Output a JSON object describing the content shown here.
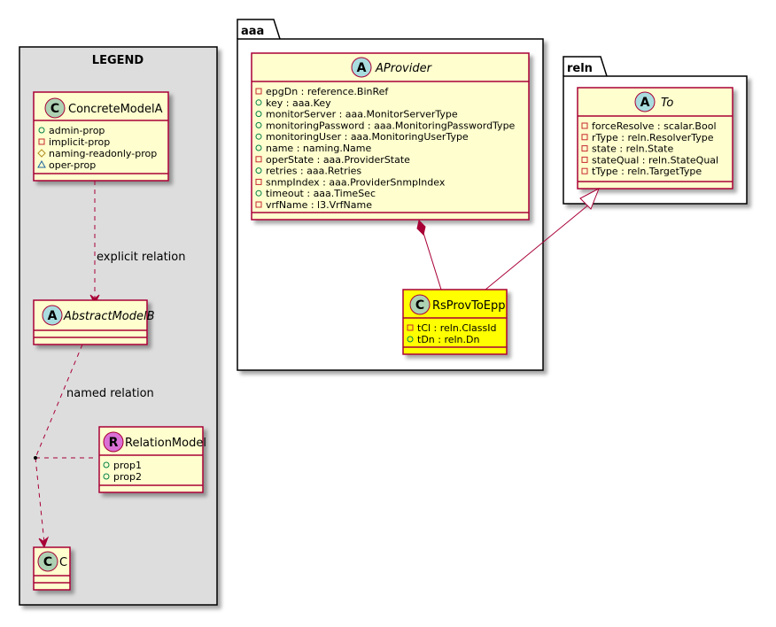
{
  "legend": {
    "title": "LEGEND",
    "concrete": {
      "stereotype": "C",
      "name": "ConcreteModelA",
      "props": [
        {
          "vis": "public",
          "text": "admin-prop"
        },
        {
          "vis": "private",
          "text": "implicit-prop"
        },
        {
          "vis": "protected",
          "text": "naming-readonly-prop"
        },
        {
          "vis": "package",
          "text": "oper-prop"
        }
      ]
    },
    "abstract": {
      "stereotype": "A",
      "name": "AbstractModelB"
    },
    "relation_model": {
      "stereotype": "R",
      "name": "RelationModel",
      "props": [
        {
          "vis": "public",
          "text": "prop1"
        },
        {
          "vis": "public",
          "text": "prop2"
        }
      ]
    },
    "c_class": {
      "stereotype": "C",
      "name": "C"
    },
    "explicit_label": "explicit relation",
    "named_label": "named relation"
  },
  "packages": {
    "aaa": {
      "name": "aaa",
      "aprovider": {
        "stereotype": "A",
        "name": "AProvider",
        "props": [
          {
            "vis": "private",
            "text": "epgDn : reference.BinRef"
          },
          {
            "vis": "public",
            "text": "key : aaa.Key"
          },
          {
            "vis": "public",
            "text": "monitorServer : aaa.MonitorServerType"
          },
          {
            "vis": "public",
            "text": "monitoringPassword : aaa.MonitoringPasswordType"
          },
          {
            "vis": "public",
            "text": "monitoringUser : aaa.MonitoringUserType"
          },
          {
            "vis": "public",
            "text": "name : naming.Name"
          },
          {
            "vis": "private",
            "text": "operState : aaa.ProviderState"
          },
          {
            "vis": "public",
            "text": "retries : aaa.Retries"
          },
          {
            "vis": "private",
            "text": "snmpIndex : aaa.ProviderSnmpIndex"
          },
          {
            "vis": "public",
            "text": "timeout : aaa.TimeSec"
          },
          {
            "vis": "private",
            "text": "vrfName : l3.VrfName"
          }
        ]
      },
      "rsprov": {
        "stereotype": "C",
        "name": "RsProvToEpp",
        "props": [
          {
            "vis": "private",
            "text": "tCl : reln.ClassId"
          },
          {
            "vis": "public",
            "text": "tDn : reln.Dn"
          }
        ]
      }
    },
    "reln": {
      "name": "reln",
      "to": {
        "stereotype": "A",
        "name": "To",
        "props": [
          {
            "vis": "private",
            "text": "forceResolve : scalar.Bool"
          },
          {
            "vis": "private",
            "text": "rType : reln.ResolverType"
          },
          {
            "vis": "private",
            "text": "state : reln.State"
          },
          {
            "vis": "private",
            "text": "stateQual : reln.StateQual"
          },
          {
            "vis": "private",
            "text": "tType : reln.TargetType"
          }
        ]
      }
    }
  },
  "colors": {
    "class_fill": "#FEFECE",
    "class_border": "#A80036",
    "highlight_fill": "#FFFF00",
    "legend_fill": "#DDDDDD",
    "edge": "#A80036",
    "circle_c": "#ADD1B2",
    "circle_a": "#A9DCDF",
    "circle_r": "#DA70D6",
    "vis_public": "#038048",
    "vis_private": "#C82930",
    "vis_protected": "#B38D22",
    "vis_package": "#1963A0"
  }
}
